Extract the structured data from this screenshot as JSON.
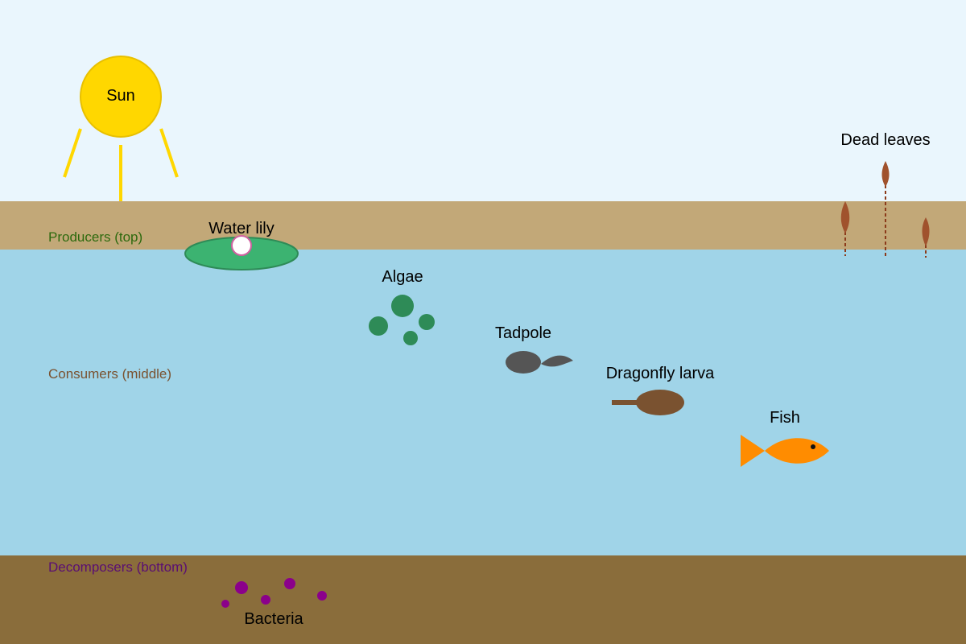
{
  "organisms": {
    "sun": "Sun",
    "water_lily": "Water lily",
    "algae": "Algae",
    "tadpole": "Tadpole",
    "dragonfly_larva": "Dragonfly larva",
    "fish": "Fish",
    "dead_leaves": "Dead leaves",
    "bacteria": "Bacteria"
  },
  "zones": {
    "producers": "Producers (top)",
    "consumers": "Consumers (middle)",
    "decomposers": "Decomposers (bottom)"
  },
  "colors": {
    "sky": "#eaf6fd",
    "shore": "#c2a878",
    "water": "#a0d4e8",
    "sediment": "#8a6d3b",
    "sun": "#ffd700",
    "producers_label": "#2d6a0e",
    "consumers_label": "#7a5230",
    "decomposers_label": "#5a0e73"
  }
}
